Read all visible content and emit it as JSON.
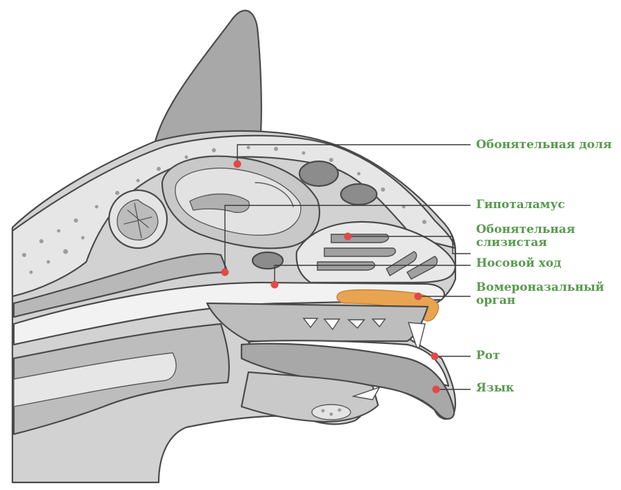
{
  "labels": {
    "olfactory_lobe": "Обонятельная доля",
    "hypothalamus": "Гипоталамус",
    "olfactory_mucosa_line1": "Обонятельная",
    "olfactory_mucosa_line2": "слизистая",
    "nasal_passage": "Носовой ход",
    "vomeronasal_line1": "Вомероназальный",
    "vomeronasal_line2": "орган",
    "mouth": "Рот",
    "tongue": "Язык"
  },
  "colors": {
    "label_text": "#5a9a50",
    "marker": "#e04a48",
    "vomeronasal_organ": "#e8a450",
    "tissue_light": "#e6e6e6",
    "tissue_mid": "#c4c4c4",
    "tissue_dark": "#8c8c8c"
  }
}
